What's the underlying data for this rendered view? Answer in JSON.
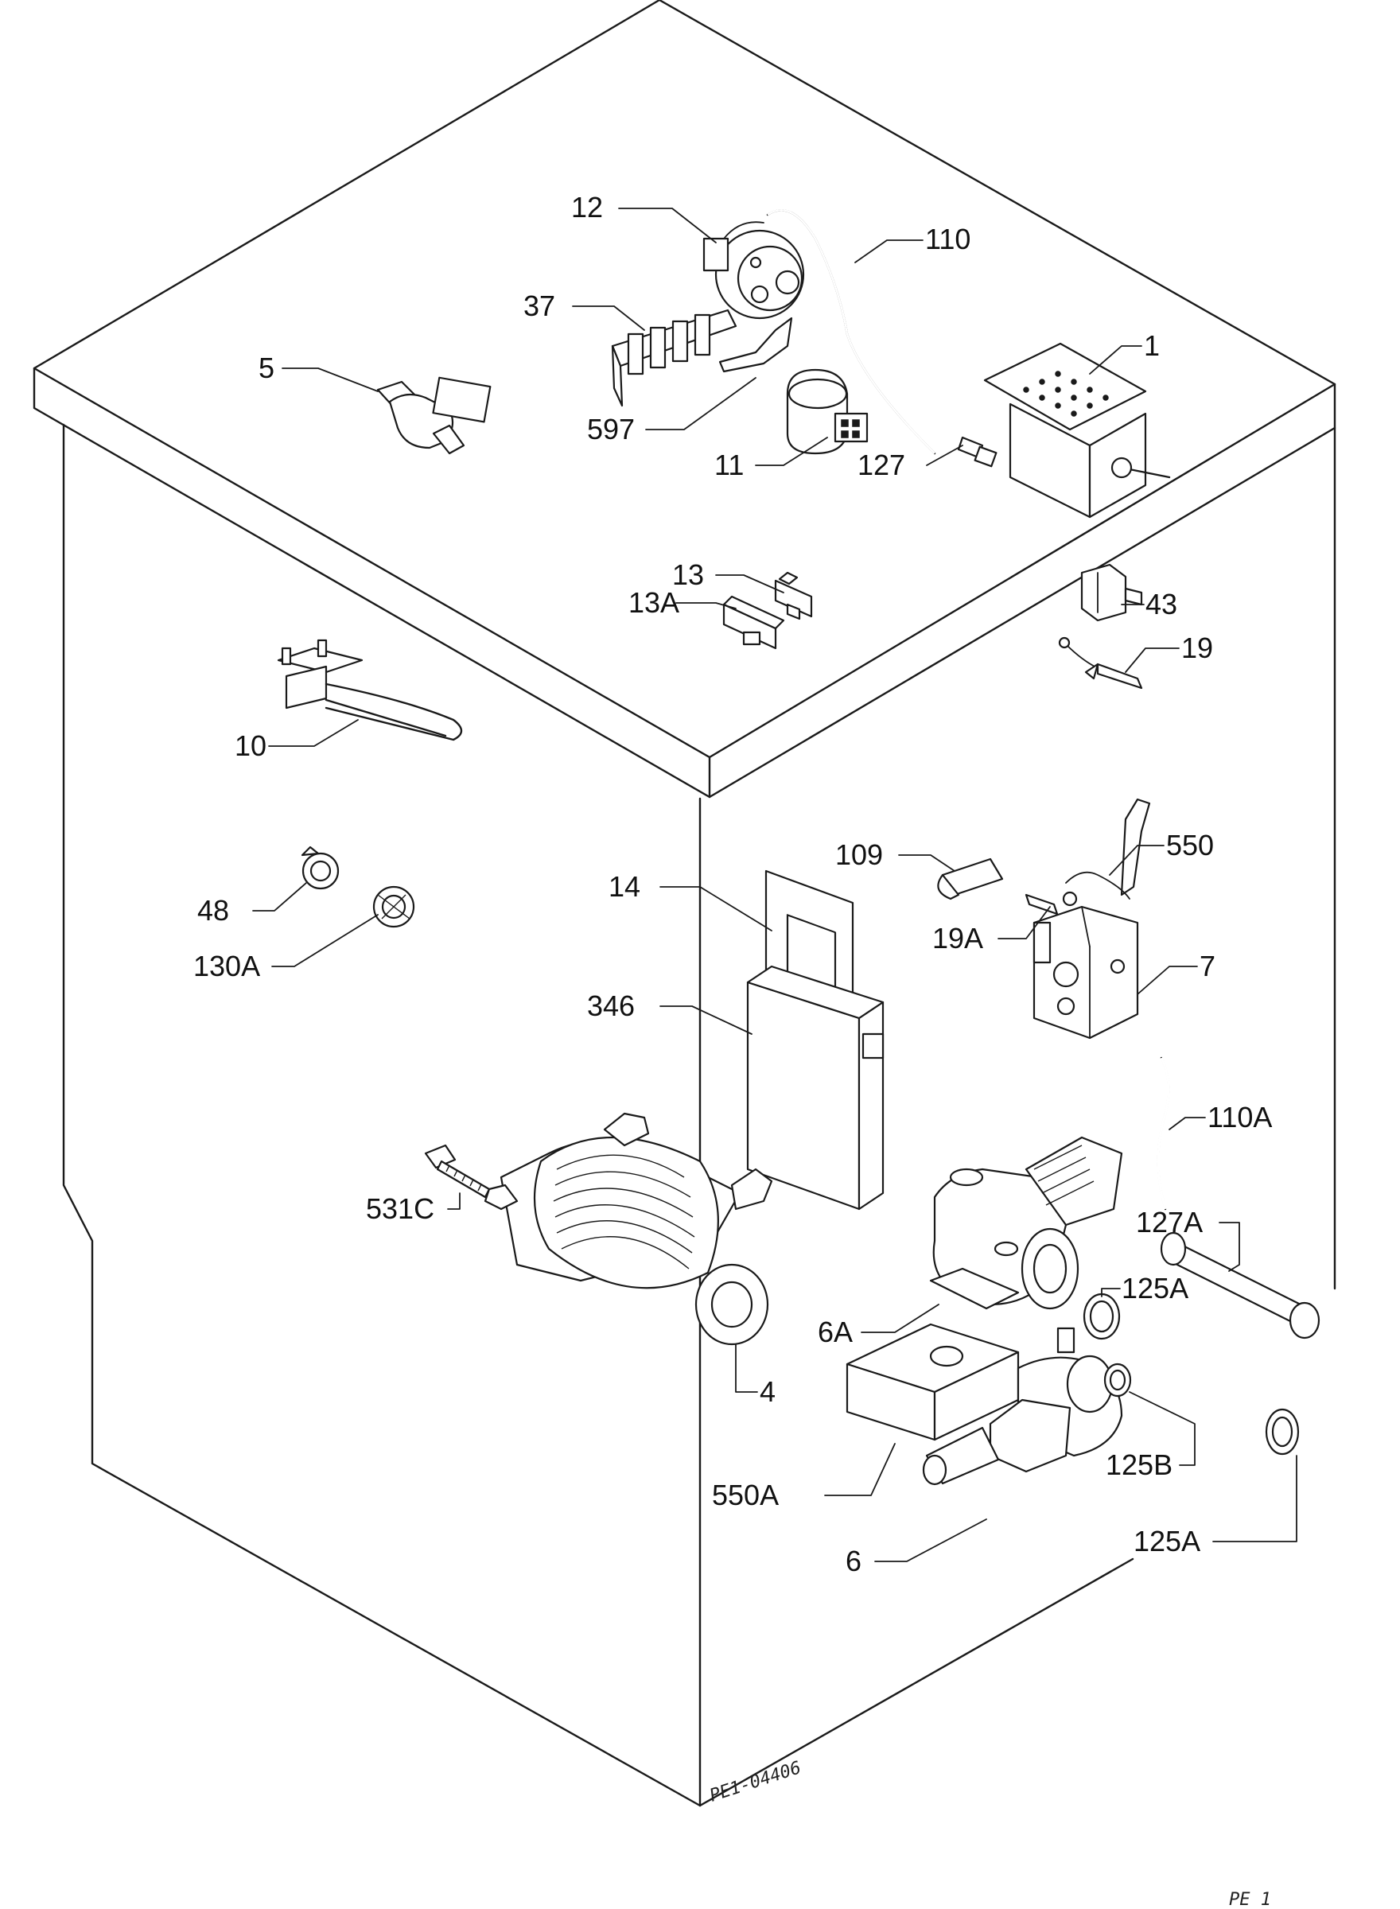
{
  "drawing_reference": "PE1-04406",
  "corner_mark": "PE 1",
  "callouts": [
    {
      "id": "c12",
      "label": "12"
    },
    {
      "id": "c110",
      "label": "110"
    },
    {
      "id": "c37",
      "label": "37"
    },
    {
      "id": "c1",
      "label": "1"
    },
    {
      "id": "c5",
      "label": "5"
    },
    {
      "id": "c597",
      "label": "597"
    },
    {
      "id": "c11",
      "label": "11"
    },
    {
      "id": "c127",
      "label": "127"
    },
    {
      "id": "c13",
      "label": "13"
    },
    {
      "id": "c13A",
      "label": "13A"
    },
    {
      "id": "c43",
      "label": "43"
    },
    {
      "id": "c19",
      "label": "19"
    },
    {
      "id": "c10",
      "label": "10"
    },
    {
      "id": "c109",
      "label": "109"
    },
    {
      "id": "c550",
      "label": "550"
    },
    {
      "id": "c14",
      "label": "14"
    },
    {
      "id": "c48",
      "label": "48"
    },
    {
      "id": "c19A",
      "label": "19A"
    },
    {
      "id": "c130A",
      "label": "130A"
    },
    {
      "id": "c7",
      "label": "7"
    },
    {
      "id": "c346",
      "label": "346"
    },
    {
      "id": "c110A",
      "label": "110A"
    },
    {
      "id": "c531C",
      "label": "531C"
    },
    {
      "id": "c127A",
      "label": "127A"
    },
    {
      "id": "c125A_top",
      "label": "125A"
    },
    {
      "id": "c6A",
      "label": "6A"
    },
    {
      "id": "c4",
      "label": "4"
    },
    {
      "id": "c125B",
      "label": "125B"
    },
    {
      "id": "c550A",
      "label": "550A"
    },
    {
      "id": "c6",
      "label": "6"
    },
    {
      "id": "c125A_bottom",
      "label": "125A"
    }
  ]
}
